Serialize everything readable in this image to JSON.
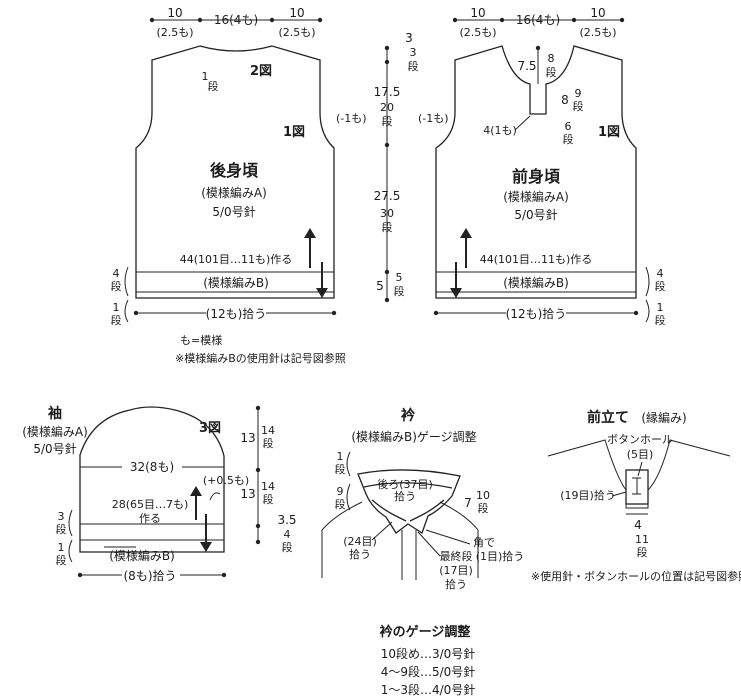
{
  "back": {
    "top_left": "10",
    "top_left_sub": "(2.5も)",
    "top_mid": "16(4も)",
    "top_right": "10",
    "top_right_sub": "(2.5も)",
    "neck_rows": "1",
    "neck_rows_unit": "段",
    "fig2": "2図",
    "fig1": "1図",
    "dec": "(-1も)",
    "title": "後身頃",
    "pattern": "(模様編みA)",
    "needle": "5/0号針",
    "cast_on": "44(101目…11も)作る",
    "rib": "(模様編みB)",
    "rib_rows": "4",
    "rib_rows_unit": "段",
    "bottom_rows": "1",
    "bottom_rows_unit": "段",
    "pickup": "(12も)拾う"
  },
  "front": {
    "top_left": "10",
    "top_left_sub": "(2.5も)",
    "top_mid": "16(4も)",
    "top_right": "10",
    "top_right_sub": "(2.5も)",
    "neck_cm": "7.5",
    "neck_rows": "8",
    "neck_rows_unit": "段",
    "placket_cm": "8",
    "placket_rows": "9",
    "placket_rows_unit": "段",
    "placket_rows2": "6",
    "placket_rows2_unit": "段",
    "placket_width": "4(1も)",
    "fig1": "1図",
    "dec": "(-1も)",
    "title": "前身頃",
    "pattern": "(模様編みA)",
    "needle": "5/0号針",
    "cast_on": "44(101目…11も)作る",
    "rib": "(模様編みB)",
    "rib_rows": "4",
    "rib_rows_unit": "段",
    "bottom_rows": "1",
    "bottom_rows_unit": "段",
    "pickup": "(12も)拾う"
  },
  "center": {
    "v1": "3",
    "v1_rows": "3",
    "v1_unit": "段",
    "v2": "17.5",
    "v2_rows": "20",
    "v2_unit": "段",
    "v3": "27.5",
    "v3_rows": "30",
    "v3_unit": "段",
    "v4": "5",
    "v4_rows": "5",
    "v4_unit": "段"
  },
  "notes": {
    "legend": "も=模様",
    "note1": "※模様編みBの使用針は記号図参照"
  },
  "sleeve": {
    "title": "袖",
    "pattern": "(模様編みA)",
    "needle": "5/0号針",
    "fig3": "3図",
    "width": "32(8も)",
    "inc": "(+0.5も)",
    "cast_on": "28(65目…7も)",
    "cast_on2": "作る",
    "rib": "(模様編みB)",
    "rib_rows": "3",
    "rib_rows_unit": "段",
    "bottom_rows": "1",
    "bottom_rows_unit": "段",
    "pickup": "(8も)拾う",
    "v1": "13",
    "v1_rows": "14",
    "v1_unit": "段",
    "v2": "13",
    "v2_rows": "14",
    "v2_unit": "段",
    "v3": "3.5",
    "v3_rows": "4",
    "v3_unit": "段"
  },
  "collar": {
    "title": "衿",
    "subtitle": "(模様編みB)ゲージ調整",
    "top_rows": "1",
    "top_rows_unit": "段",
    "left_rows": "9",
    "left_rows_unit": "段",
    "right_cm": "7",
    "right_rows": "10",
    "right_rows_unit": "段",
    "back_pick": "後ろ(37目)",
    "back_pick2": "拾う",
    "left_pick": "(24目)",
    "left_pick2": "拾う",
    "corner": "角で",
    "corner2": "(1目)拾う",
    "last": "最終段",
    "last2": "(17目)",
    "last3": "拾う"
  },
  "placket": {
    "title": "前立て",
    "title_sub": "(縁編み)",
    "buttonhole": "ボタンホール",
    "buttonhole_count": "(5目)",
    "pick": "(19目)拾う",
    "width": "4",
    "rows": "11",
    "rows_unit": "段",
    "note": "※使用針・ボタンホールの位置は記号図参照"
  },
  "gauge": {
    "title": "衿のゲージ調整",
    "row1": "10段め…3/0号針",
    "row2": "4〜9段…5/0号針",
    "row3": "1〜3段…4/0号針"
  }
}
